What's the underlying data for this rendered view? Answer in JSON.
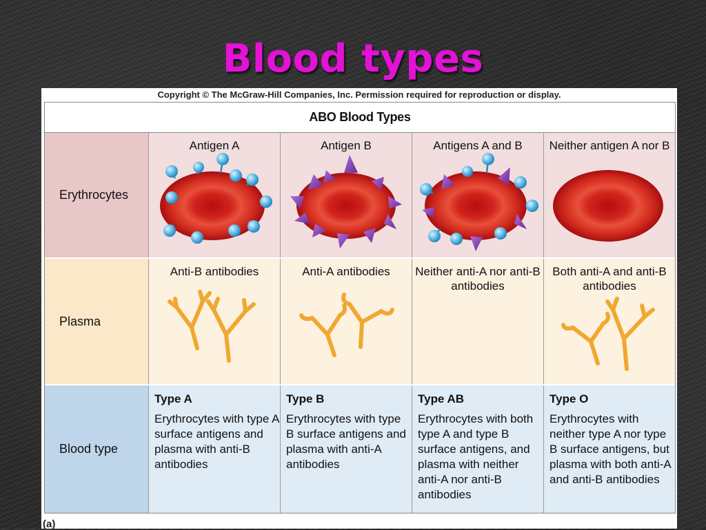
{
  "slide": {
    "title": "Blood types"
  },
  "figure": {
    "copyright": "Copyright © The McGraw-Hill Companies, Inc. Permission required for reproduction or display.",
    "table_title": "ABO Blood Types",
    "figure_label": "(a)",
    "rows": {
      "erythrocytes": "Erythrocytes",
      "plasma": "Plasma",
      "blood_type": "Blood type"
    },
    "columns": [
      {
        "antigen": "Antigen A",
        "antibodies": "Anti-B antibodies",
        "type": "Type A",
        "description": "Erythrocytes with type A surface antigens and plasma with anti-B antibodies"
      },
      {
        "antigen": "Antigen B",
        "antibodies": "Anti-A antibodies",
        "type": "Type B",
        "description": "Erythrocytes with type B surface antigens and plasma with anti-A antibodies"
      },
      {
        "antigen": "Antigens A and B",
        "antibodies": "Neither anti-A nor anti-B antibodies",
        "type": "Type AB",
        "description": "Erythrocytes with both type A and type B surface antigens, and plasma with neither anti-A nor anti-B antibodies"
      },
      {
        "antigen": "Neither antigen A nor B",
        "antibodies": "Both anti-A and anti-B antibodies",
        "type": "Type O",
        "description": "Erythrocytes with neither type A nor type B surface antigens, but plasma with both anti-A and anti-B antibodies"
      }
    ],
    "colors": {
      "title": "#e312d6",
      "antigen_a": "#5cb8e6",
      "antigen_b": "#8b44b8",
      "cell": "#c8201a",
      "antibody": "#f0a830"
    }
  }
}
